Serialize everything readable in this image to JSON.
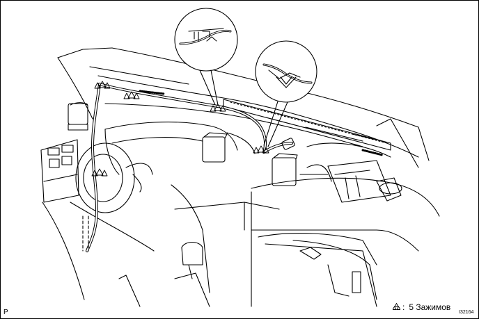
{
  "corner_letter": "P",
  "legend": {
    "symbol": "clamp-triangle-icon",
    "text": "5 Зажимов"
  },
  "figure_code": "I32164"
}
